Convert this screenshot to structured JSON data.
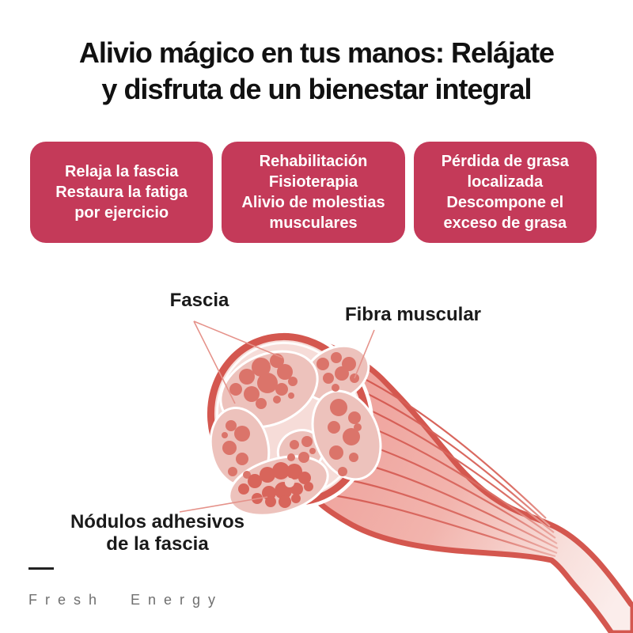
{
  "title": {
    "line1": "Alivio mágico en tus manos: Relájate",
    "line2": "y disfruta de un bienestar integral"
  },
  "benefits": [
    {
      "lines": [
        "Relaja la fascia",
        "Restaura la fatiga",
        "por ejercicio"
      ]
    },
    {
      "lines": [
        "Rehabilitación",
        "Fisioterapia",
        "Alivio de molestias",
        "musculares"
      ]
    },
    {
      "lines": [
        "Pérdida de grasa",
        "localizada",
        "Descompone el",
        "exceso de grasa"
      ]
    }
  ],
  "diagram": {
    "labels": {
      "fascia": "Fascia",
      "fibra_muscular": "Fibra muscular",
      "nodulos_line1": "Nódulos adhesivos",
      "nodulos_line2": "de la fascia"
    }
  },
  "footer": {
    "brand": "Fresh Energy"
  },
  "colors": {
    "benefit_box_bg": "#C43A59",
    "benefit_box_text": "#FFFFFF",
    "title_text": "#111111",
    "label_text": "#1A1A1A",
    "brand_text": "#6F6F6F",
    "muscle_outline": "#D4574F",
    "cut_face": "#F6DCD8",
    "fascicle": "#EDC2BC",
    "fiber": "#DB746A",
    "nodule": "#D8655B",
    "leader_line": "#E5928A"
  }
}
